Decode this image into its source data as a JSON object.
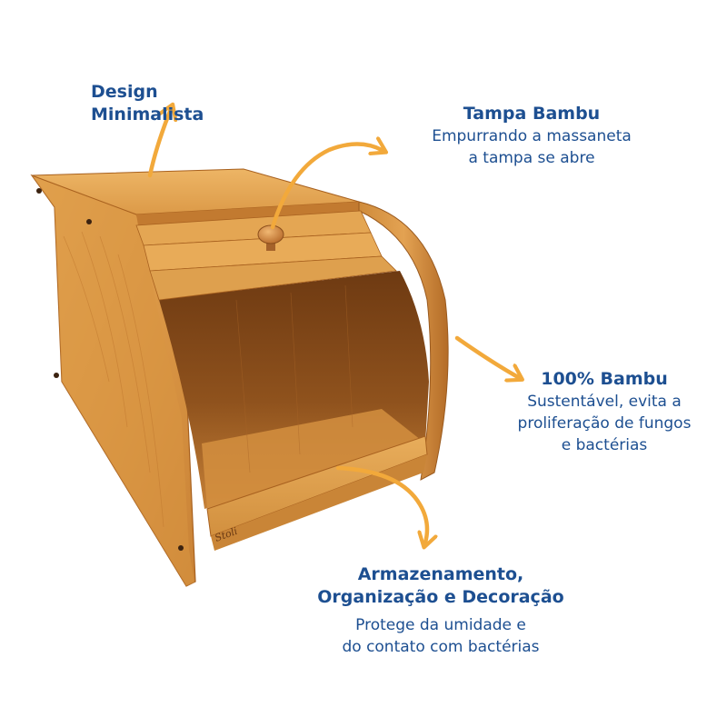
{
  "callouts": {
    "design": {
      "title": "Design Minimalista"
    },
    "tampa": {
      "title": "Tampa Bambu",
      "lines": [
        "Empurrando a massaneta",
        "a tampa se abre"
      ]
    },
    "bambu": {
      "title": "100% Bambu",
      "lines": [
        "Sustentável, evita a",
        "proliferação de fungos",
        "e bactérias"
      ]
    },
    "armazenamento": {
      "title_lines": [
        "Armazenamento,",
        "Organização e Decoração"
      ],
      "lines": [
        "Protege da umidade e",
        "do contato com bactérias"
      ]
    }
  },
  "product": {
    "engraving": "Stoli"
  },
  "colors": {
    "text": "#1d4f91",
    "arrow": "#f2a93b",
    "bamboo_light": "#e6a552",
    "bamboo_mid": "#d18a38",
    "bamboo_dark": "#a8611f",
    "interior": "#8a4d1a"
  }
}
